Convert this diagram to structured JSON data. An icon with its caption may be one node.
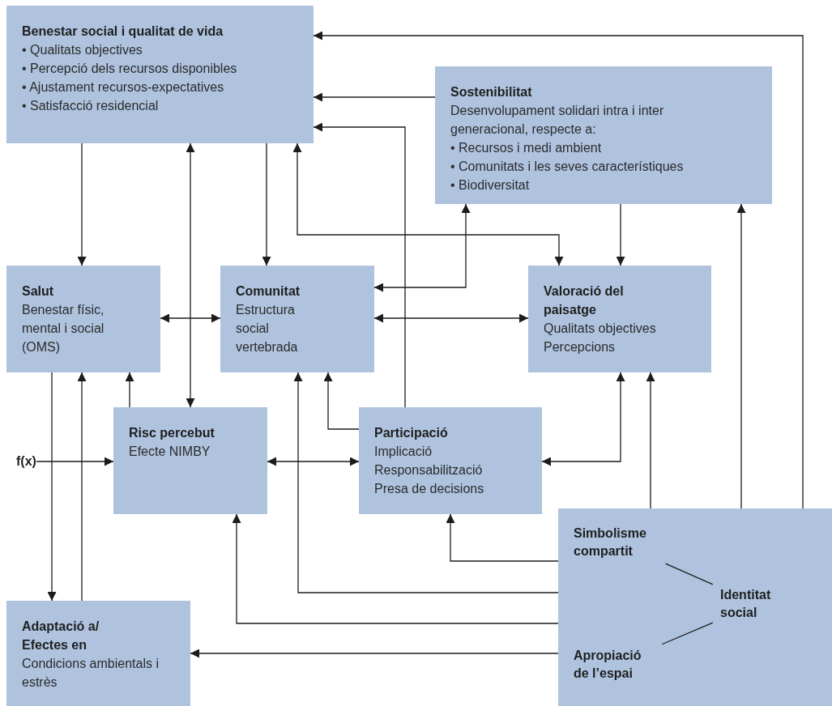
{
  "diagram": {
    "nodes": [
      {
        "text": [
          "Benestar social i qualitat de vida",
          "• Qualitats objectives",
          "• Percepció dels recursos disponibles",
          "• Ajustament recursos-expectatives",
          "• Satisfacció residencial"
        ]
      },
      {
        "text": [
          "Sostenibilitat",
          "Desenvolupament solidari intra i inter generacional, respecte a:",
          "• Recursos i medi ambient",
          "• Comunitats i les seves característiques",
          "• Biodiversitat"
        ]
      },
      {
        "text": [
          "Salut",
          "Benestar físic, mental i social (OMS)"
        ]
      },
      {
        "text": [
          "Comunitat",
          "Estructura social vertebrada"
        ]
      },
      {
        "text": [
          "Valoració del paisatge",
          "Qualitats objectives",
          "Percepcions"
        ]
      },
      {
        "text": [
          "f(x)"
        ]
      },
      {
        "text": [
          "Risc percebut",
          "Efecte NIMBY"
        ]
      },
      {
        "text": [
          "Participació",
          "Implicació",
          "Responsabilització",
          "Presa de decisions"
        ]
      },
      {
        "text": [],
        "shape": "box"
      },
      {
        "text": [
          "Simbolisme compartit"
        ],
        "in": 8
      },
      {
        "text": [
          "Identitat social"
        ],
        "in": 8
      },
      {
        "text": [
          "Apropiació de l’espai"
        ],
        "in": 8
      },
      {
        "text": [
          "Adaptació a/ Efectes en",
          "Condicions ambientals i estrès"
        ]
      }
    ],
    "edges": [
      {
        "from": 8,
        "to": 0,
        "arrow": "to"
      },
      {
        "from": 1,
        "to": 0,
        "arrow": "to"
      },
      {
        "from": 7,
        "to": 0,
        "arrow": "to"
      },
      {
        "from": 0,
        "to": 2,
        "arrow": "to"
      },
      {
        "from": 0,
        "to": 6,
        "arrow": "both"
      },
      {
        "from": 0,
        "to": 3,
        "arrow": "to"
      },
      {
        "from": 0,
        "to": 4,
        "arrow": "both"
      },
      {
        "from": 3,
        "to": 1,
        "arrow": "both"
      },
      {
        "from": 1,
        "to": 4,
        "arrow": "to"
      },
      {
        "from": 8,
        "to": 1,
        "arrow": "to"
      },
      {
        "from": 2,
        "to": 3,
        "arrow": "both"
      },
      {
        "from": 3,
        "to": 4,
        "arrow": "both"
      },
      {
        "from": 2,
        "to": 12,
        "arrow": "to"
      },
      {
        "from": 12,
        "to": 2,
        "arrow": "to"
      },
      {
        "from": 6,
        "to": 2,
        "arrow": "to"
      },
      {
        "from": 5,
        "to": 6,
        "arrow": "to"
      },
      {
        "from": 6,
        "to": 7,
        "arrow": "both"
      },
      {
        "from": 7,
        "to": 3,
        "arrow": "to"
      },
      {
        "from": 8,
        "to": 3,
        "arrow": "to"
      },
      {
        "from": 8,
        "to": 6,
        "arrow": "to"
      },
      {
        "from": 8,
        "to": 12,
        "arrow": "to"
      },
      {
        "from": 8,
        "to": 7,
        "arrow": "to"
      },
      {
        "from": 7,
        "to": 4,
        "arrow": "both"
      },
      {
        "from": 8,
        "to": 4,
        "arrow": "to"
      },
      {
        "from": 9,
        "to": 10,
        "arrow": "none"
      },
      {
        "from": 11,
        "to": 10,
        "arrow": "none"
      }
    ]
  }
}
